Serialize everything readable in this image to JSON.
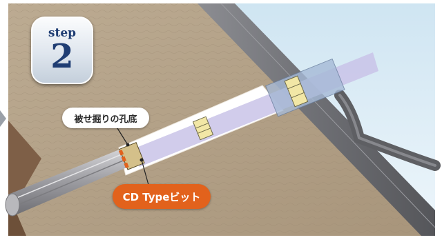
{
  "step_badge": {
    "word": "step",
    "number": "2"
  },
  "callouts": {
    "hole_bottom": "被せ掘りの孔底",
    "bit": "CD Typeビット"
  },
  "colors": {
    "soil": "#b4a289",
    "bedrock": "#7e5f47",
    "sky": "#d7e9f3",
    "hole": "#ffffff",
    "casing": "#c9c3e8",
    "rod": "#a9a9ad",
    "bit_orange": "#e2621c",
    "badge_text": "#1f3d73",
    "frame": "#7a7b7f"
  },
  "icons": [
    "arrow-right-icon"
  ]
}
